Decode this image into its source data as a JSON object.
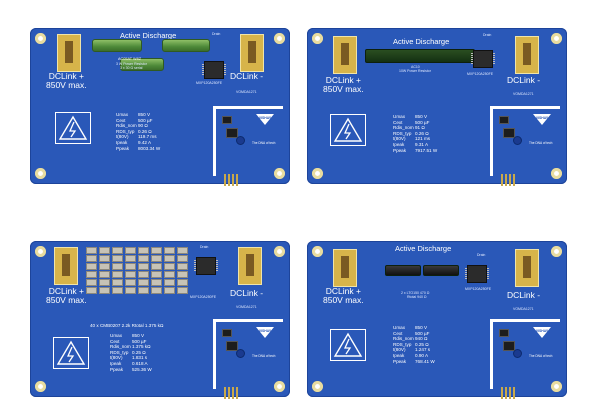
{
  "boards": [
    {
      "id": "top-left",
      "title": "Active Discharge",
      "drain": "Drain",
      "dclink_plus": "DCLink +",
      "voltage": "850V max.",
      "dclink_minus": "DCLink -",
      "resistor_label_1": "AC05AT W8Z",
      "resistor_label_2": "3 W Power Resistor",
      "resistor_label_3": "3 x 30 Ω serial",
      "mosfet_label": "MXP120A250FE",
      "driver_label": "VOMDA1271",
      "params": [
        {
          "k": "Umax",
          "v": "850 V"
        },
        {
          "k": "Cext",
          "v": "500 µF"
        },
        {
          "k": "Rdis_nom",
          "v": "90 Ω"
        },
        {
          "k": "RDS_typ",
          "v": "0.26 Ω"
        },
        {
          "k": "t(80V)",
          "v": "119.7 ms"
        },
        {
          "k": "Ipeak",
          "v": "9.42 A"
        },
        {
          "k": "Ppeak",
          "v": "8003.34 W"
        }
      ],
      "brand": "VISHAY",
      "brand_sub": "The DNA of tech"
    },
    {
      "id": "top-right",
      "title": "Active Discharge",
      "drain": "Drain",
      "dclink_plus": "DCLink +",
      "voltage": "850V max.",
      "dclink_minus": "DCLink -",
      "resistor_label_1": "AC10",
      "resistor_label_2": "10W Power Resistor",
      "mosfet_label": "MXP120A250FE",
      "driver_label": "VOMDA1271",
      "params": [
        {
          "k": "Umax",
          "v": "850 V"
        },
        {
          "k": "Cext",
          "v": "500 µF"
        },
        {
          "k": "Rdis_nom",
          "v": "91 Ω"
        },
        {
          "k": "RDS_typ",
          "v": "0.26 Ω"
        },
        {
          "k": "t(80V)",
          "v": "121 ms"
        },
        {
          "k": "Ipeak",
          "v": "9.31 A"
        },
        {
          "k": "Ppeak",
          "v": "7917.51 W"
        }
      ],
      "brand": "VISHAY",
      "brand_sub": "The DNA of tech"
    },
    {
      "id": "bottom-left",
      "title": "",
      "drain": "Drain",
      "dclink_plus": "DCLink +",
      "voltage": "850V max.",
      "dclink_minus": "DCLink -",
      "array_label": "40 x CMB0207 2.2k   Rtotal 1.375 kΩ",
      "mosfet_label": "MXP120A250FE",
      "driver_label": "VOMDA1271",
      "params": [
        {
          "k": "Umax",
          "v": "850 V"
        },
        {
          "k": "Cext",
          "v": "500 µF"
        },
        {
          "k": "Rdis_nom",
          "v": "1.375 kΩ"
        },
        {
          "k": "RDS_typ",
          "v": "0.25 Ω"
        },
        {
          "k": "t(80V)",
          "v": "1.831 s"
        },
        {
          "k": "Ipeak",
          "v": "0.618 A"
        },
        {
          "k": "Ppeak",
          "v": "525.36 W"
        }
      ],
      "brand": "VISHAY",
      "brand_sub": "The DNA of tech"
    },
    {
      "id": "bottom-right",
      "title": "Active Discharge",
      "drain": "Drain",
      "dclink_plus": "DCLink +",
      "voltage": "850V max.",
      "dclink_minus": "DCLink -",
      "resistor_label_1": "2 x LTO150 470 Ω",
      "resistor_label_2": "Rtotal 940 Ω",
      "mosfet_label": "MXP120A250FE",
      "driver_label": "VOMDA1271",
      "params": [
        {
          "k": "Umax",
          "v": "850 V"
        },
        {
          "k": "Cext",
          "v": "500 µF"
        },
        {
          "k": "Rdis_nom",
          "v": "940 Ω"
        },
        {
          "k": "RDS_typ",
          "v": "0.25 Ω"
        },
        {
          "k": "t(80V)",
          "v": "1.247 s"
        },
        {
          "k": "Ipeak",
          "v": "0.90 A"
        },
        {
          "k": "Ppeak",
          "v": "768.41 W"
        }
      ],
      "brand": "VISHAY",
      "brand_sub": "The DNA of tech"
    }
  ]
}
